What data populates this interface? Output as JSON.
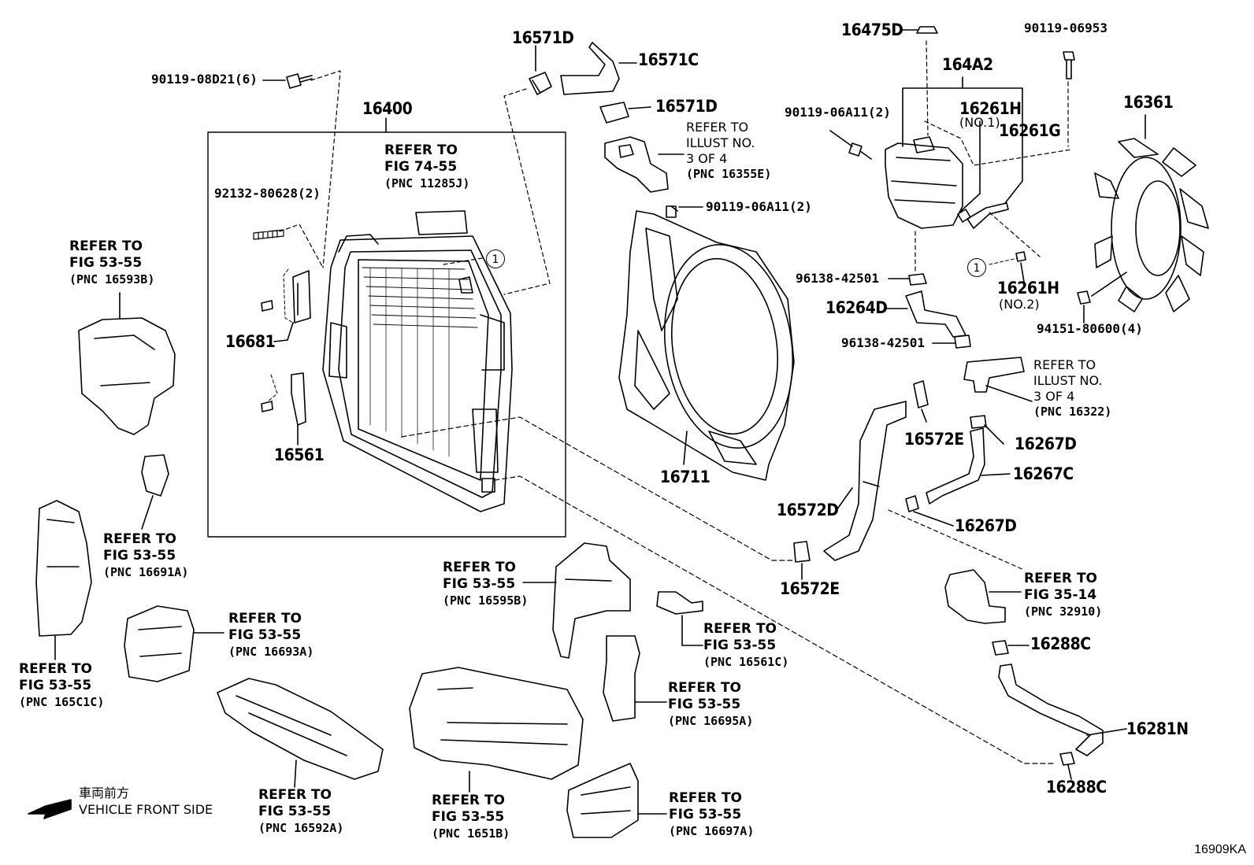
{
  "diagram_id": "16909KA",
  "front_note": {
    "japanese": "車両前方",
    "english": "VEHICLE FRONT SIDE"
  },
  "callout_symbol": "1",
  "labels": {
    "p16400": "16400",
    "p16571D_a": "16571D",
    "p16571C": "16571C",
    "p16571D_b": "16571D",
    "p16475D": "16475D",
    "p90119_06953": "90119-06953",
    "p164A2": "164A2",
    "p16361": "16361",
    "p90119_08D21": "90119-08D21(6)",
    "p90119_06A11_a": "90119-06A11(2)",
    "p16261H_1": "16261H",
    "p16261H_1_note": "(NO.1)",
    "p16261G": "16261G",
    "p90119_06A11_b": "90119-06A11(2)",
    "p92132": "92132-80628(2)",
    "p16681": "16681",
    "p16561": "16561",
    "p96138_a": "96138-42501",
    "p16264D": "16264D",
    "p96138_b": "96138-42501",
    "p16261H_2": "16261H",
    "p16261H_2_note": "(NO.2)",
    "p94151": "94151-80600(4)",
    "p16572E_a": "16572E",
    "p16267D_a": "16267D",
    "p16267C": "16267C",
    "p16711": "16711",
    "p16572D": "16572D",
    "p16267D_b": "16267D",
    "p16572E_b": "16572E",
    "p16288C_a": "16288C",
    "p16281N": "16281N",
    "p16288C_b": "16288C"
  },
  "references": {
    "ref_74_55": {
      "line1": "REFER TO",
      "line2": "FIG 74-55",
      "line3": "(PNC 11285J)"
    },
    "ref_illust_16355E": {
      "line1": "REFER TO",
      "line2": "ILLUST NO.",
      "line3": "3 OF 4",
      "line4": "(PNC 16355E)"
    },
    "ref_16593B": {
      "line1": "REFER TO",
      "line2": "FIG 53-55",
      "line3": "(PNC 16593B)"
    },
    "ref_illust_16322": {
      "line1": "REFER TO",
      "line2": "ILLUST NO.",
      "line3": "3 OF 4",
      "line4": "(PNC 16322)"
    },
    "ref_16691A": {
      "line1": "REFER TO",
      "line2": "FIG 53-55",
      "line3": "(PNC 16691A)"
    },
    "ref_16595B": {
      "line1": "REFER TO",
      "line2": "FIG 53-55",
      "line3": "(PNC 16595B)"
    },
    "ref_35_14": {
      "line1": "REFER TO",
      "line2": "FIG 35-14",
      "line3": "(PNC 32910)"
    },
    "ref_16693A": {
      "line1": "REFER TO",
      "line2": "FIG 53-55",
      "line3": "(PNC 16693A)"
    },
    "ref_16561C": {
      "line1": "REFER TO",
      "line2": "FIG 53-55",
      "line3": "(PNC 16561C)"
    },
    "ref_165C1C": {
      "line1": "REFER TO",
      "line2": "FIG 53-55",
      "line3": "(PNC 165C1C)"
    },
    "ref_16695A": {
      "line1": "REFER TO",
      "line2": "FIG 53-55",
      "line3": "(PNC 16695A)"
    },
    "ref_16592A": {
      "line1": "REFER TO",
      "line2": "FIG 53-55",
      "line3": "(PNC 16592A)"
    },
    "ref_1651B": {
      "line1": "REFER TO",
      "line2": "FIG 53-55",
      "line3": "(PNC 1651B)"
    },
    "ref_16697A": {
      "line1": "REFER TO",
      "line2": "FIG 53-55",
      "line3": "(PNC 16697A)"
    }
  }
}
